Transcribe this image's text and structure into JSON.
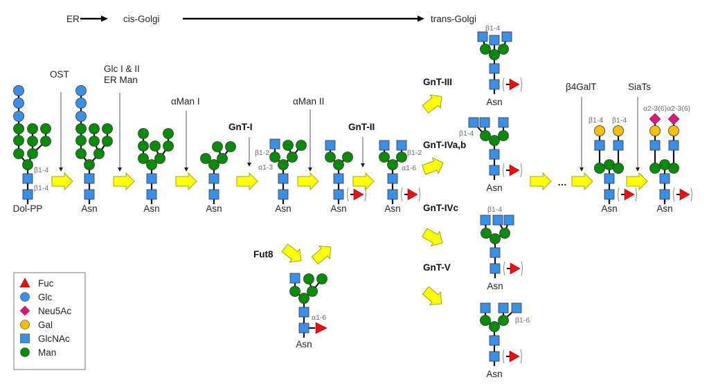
{
  "title_row": {
    "er": "ER",
    "cis_golgi": "cis-Golgi",
    "trans_golgi": "trans-Golgi"
  },
  "colors": {
    "Man": "#0a8a0a",
    "Glc": "#3a8fe8",
    "GlcNAc": "#3a8fe8",
    "Gal": "#f5c000",
    "Neu5Ac": "#e0157a",
    "Fuc": "#e81010",
    "arrow_fill": "#ffff00",
    "arrow_stroke": "#8a8a00"
  },
  "legend": {
    "items": [
      {
        "symbol": "triangle",
        "color_key": "Fuc",
        "label": "Fuc"
      },
      {
        "symbol": "circle",
        "color_key": "Glc",
        "label": "Glc"
      },
      {
        "symbol": "diamond",
        "color_key": "Neu5Ac",
        "label": "Neu5Ac"
      },
      {
        "symbol": "circle",
        "color_key": "Gal",
        "label": "Gal"
      },
      {
        "symbol": "square",
        "color_key": "GlcNAc",
        "label": "GlcNAc"
      },
      {
        "symbol": "circle",
        "color_key": "Man",
        "label": "Man"
      }
    ]
  },
  "enzymes": [
    {
      "id": "ost",
      "label": "OST",
      "bold": false
    },
    {
      "id": "glc",
      "label": "Glc I & II",
      "label2": "ER Man",
      "bold": false
    },
    {
      "id": "aman1",
      "label": "αMan I",
      "bold": false
    },
    {
      "id": "gnt1",
      "label": "GnT-I",
      "bold": true
    },
    {
      "id": "aman2",
      "label": "αMan II",
      "bold": false
    },
    {
      "id": "gnt2",
      "label": "GnT-II",
      "bold": true
    },
    {
      "id": "gnt3",
      "label": "GnT-III",
      "bold": true
    },
    {
      "id": "gnt4ab",
      "label": "GnT-IVa,b",
      "bold": true
    },
    {
      "id": "gnt4c",
      "label": "GnT-IVc",
      "bold": true
    },
    {
      "id": "gnt5",
      "label": "GnT-V",
      "bold": true
    },
    {
      "id": "fut8",
      "label": "Fut8",
      "bold": true
    },
    {
      "id": "b4galt",
      "label": "β4GalT",
      "bold": false
    },
    {
      "id": "siats",
      "label": "SiaTs",
      "bold": false
    }
  ],
  "ellipsis": "…",
  "glycans": [
    {
      "id": "dolpp",
      "anchor": "Dol-PP",
      "links": [
        "β1-4",
        "β1-4"
      ]
    },
    {
      "id": "glc3man9",
      "anchor": "Asn",
      "links": []
    },
    {
      "id": "man8",
      "anchor": "Asn",
      "links": []
    },
    {
      "id": "man5",
      "anchor": "Asn",
      "links": []
    },
    {
      "id": "gn1man5",
      "anchor": "Asn",
      "links": [
        "β1-2",
        "α1-3"
      ]
    },
    {
      "id": "gn1man3",
      "anchor": "Asn",
      "links": [],
      "optional_fuc": true
    },
    {
      "id": "gn2man3",
      "anchor": "Asn",
      "links": [
        "β1-2",
        "α1-6"
      ],
      "optional_fuc": true
    },
    {
      "id": "bisect",
      "anchor": "Asn",
      "links": [
        "β1-4"
      ],
      "optional_fuc": true
    },
    {
      "id": "tri4ab",
      "anchor": "Asn",
      "links": [
        "β1-4"
      ],
      "optional_fuc": true
    },
    {
      "id": "tri4c",
      "anchor": "Asn",
      "links": [
        "β1-4"
      ],
      "optional_fuc": true
    },
    {
      "id": "tri5",
      "anchor": "Asn",
      "links": [
        "β1-6"
      ],
      "optional_fuc": true
    },
    {
      "id": "fuc",
      "anchor": "Asn",
      "links": [
        "α1-6"
      ]
    },
    {
      "id": "gal",
      "anchor": "Asn",
      "links": [
        "β1-4",
        "β1-4"
      ],
      "optional_fuc": true
    },
    {
      "id": "sia",
      "anchor": "Asn",
      "links": [
        "α2-3(6)α2-3(6)"
      ],
      "optional_fuc": true
    }
  ]
}
